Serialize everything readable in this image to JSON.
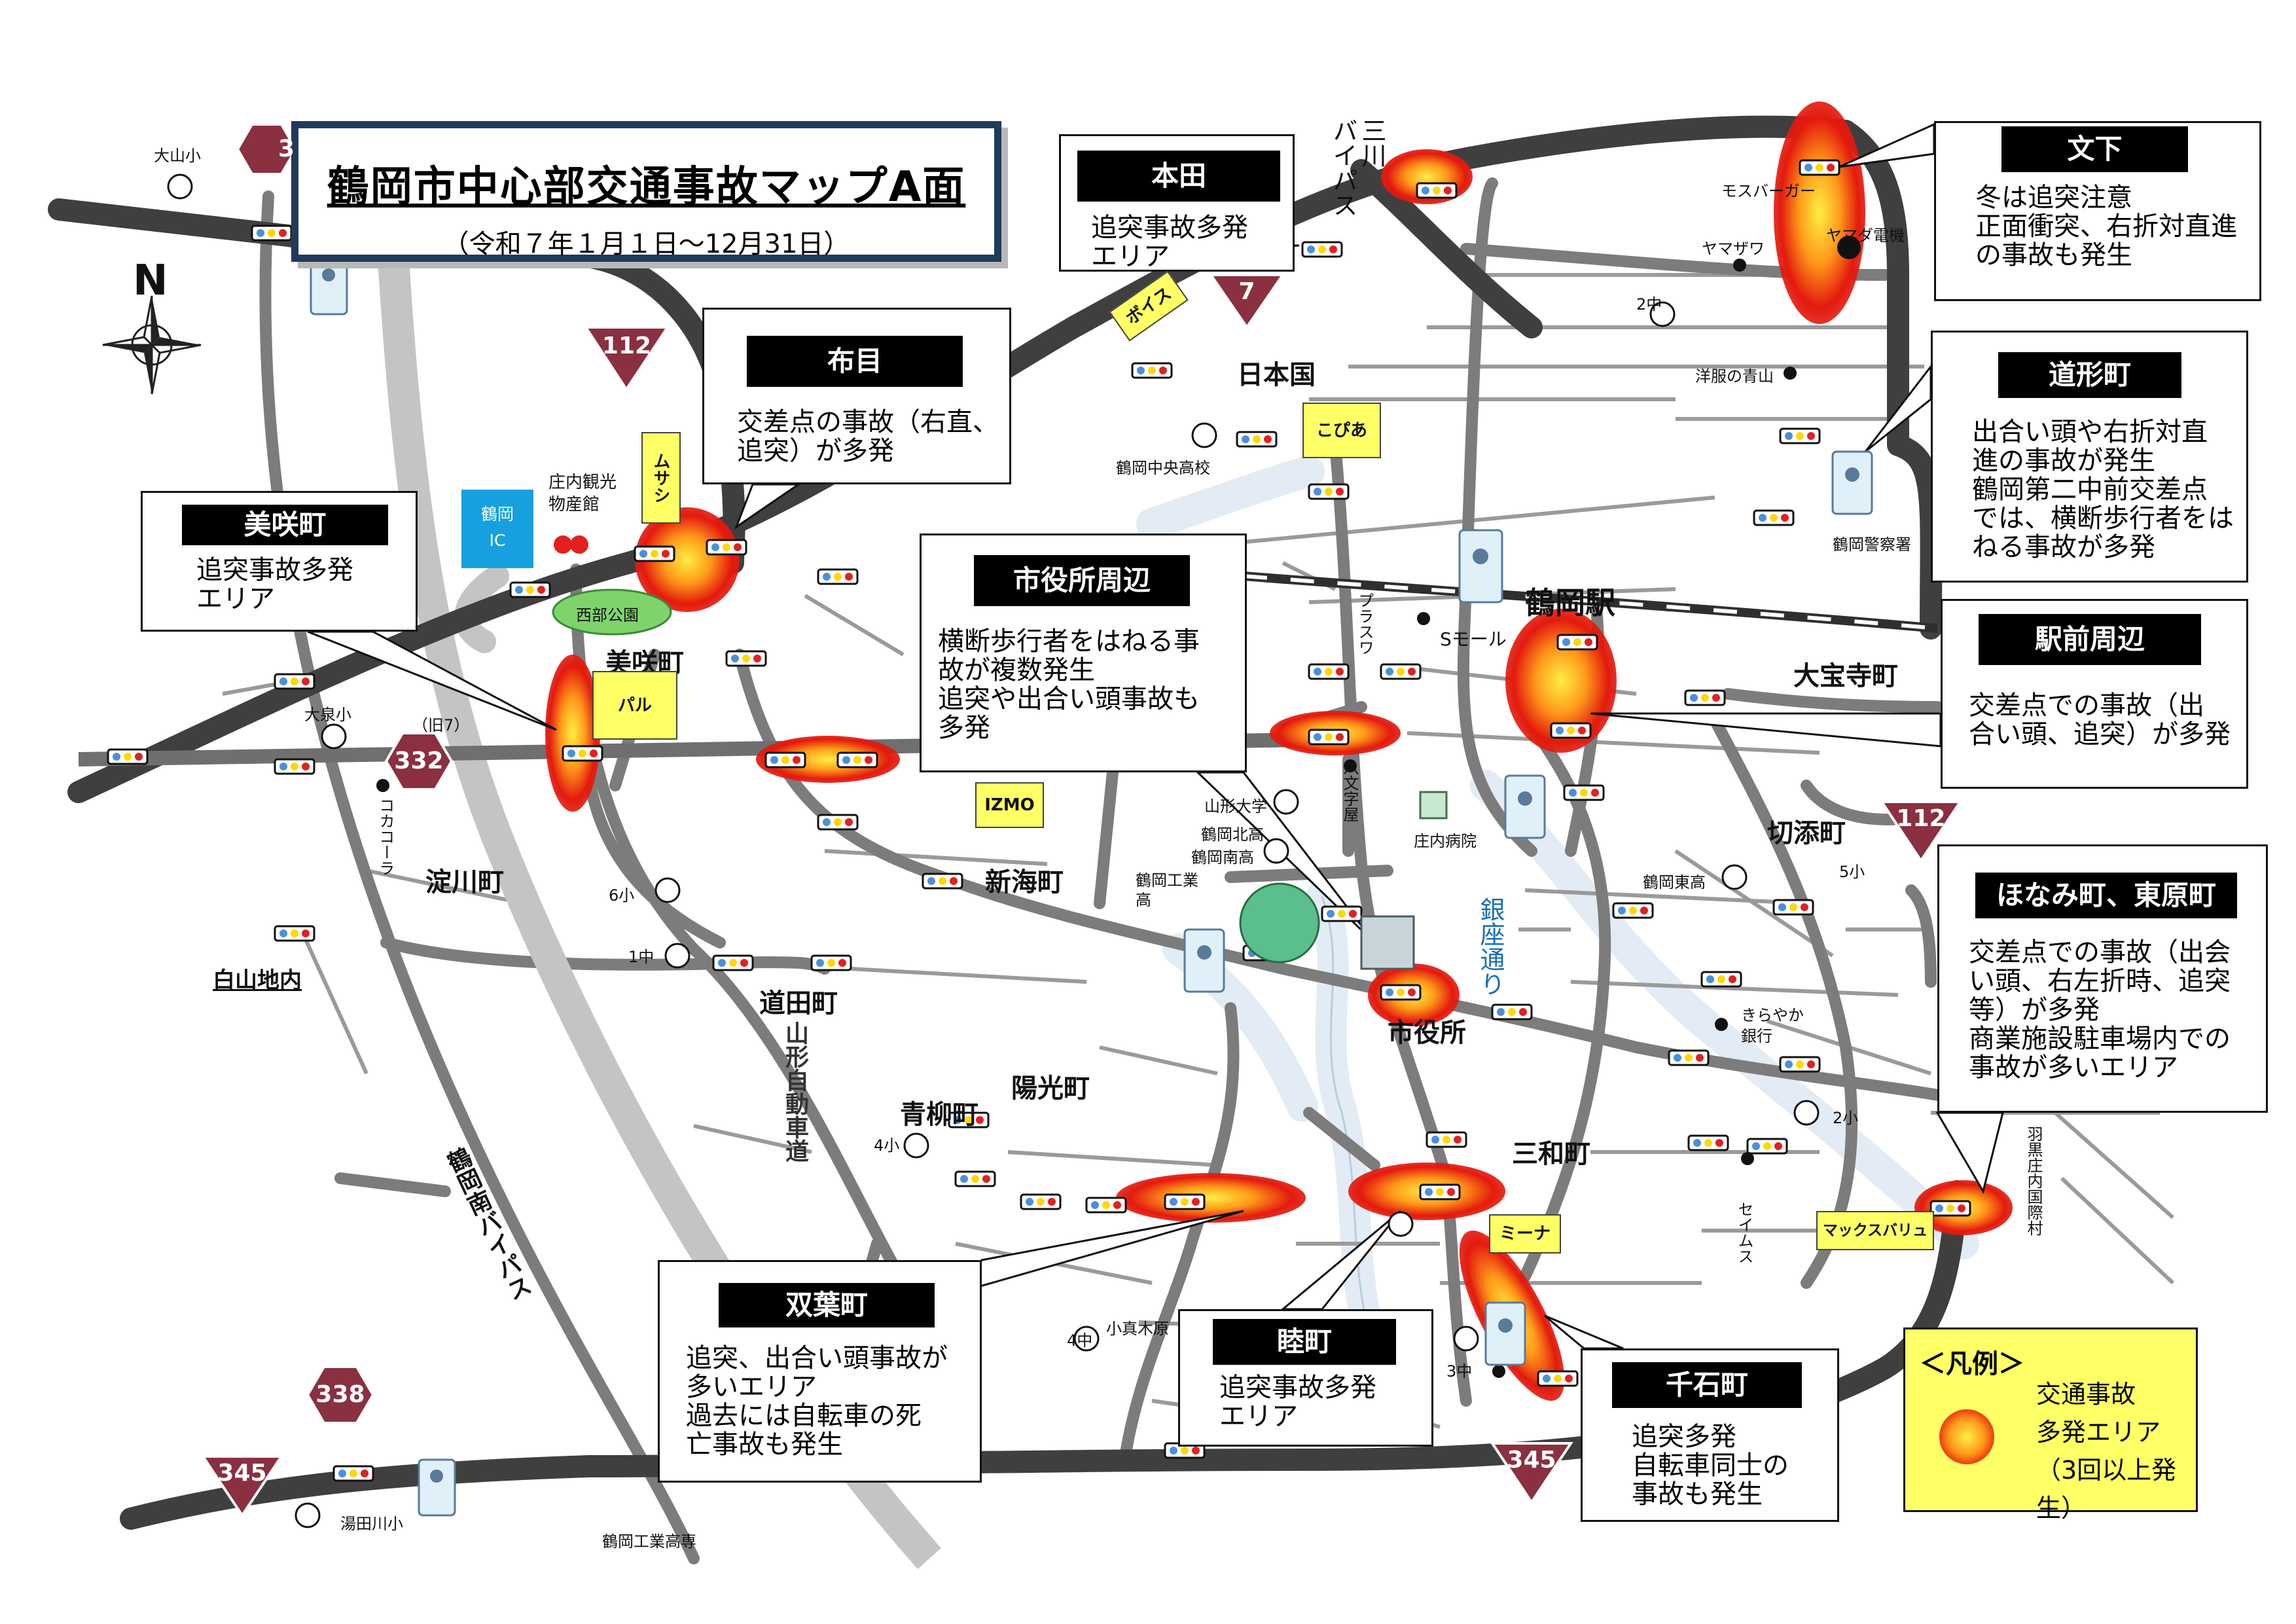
{
  "title": {
    "main": "鶴岡市中心部交通事故マップA面",
    "sub": "（令和７年１月１日～12月31日）"
  },
  "compass_label": "N",
  "callouts": {
    "honda": {
      "name": "本田",
      "text": "追突事故多発\nエリア"
    },
    "nunome": {
      "name": "布目",
      "text": "交差点の事故（右直、\n追突）が多発"
    },
    "misaki": {
      "name": "美咲町",
      "text": "追突事故多発\nエリア"
    },
    "shiyakusho": {
      "name": "市役所周辺",
      "text": "横断歩行者をはねる事\n故が複数発生\n追突や出合い頭事故も\n多発"
    },
    "bunka": {
      "name": "文下",
      "text": "冬は追突注意\n正面衝突、右折対直進\nの事故も発生"
    },
    "dogyo": {
      "name": "道形町",
      "text": "出合い頭や右折対直\n進の事故が発生\n鶴岡第二中前交差点\nでは、横断歩行者をは\nねる事故が多発"
    },
    "ekimae": {
      "name": "駅前周辺",
      "text": "交差点での事故（出\n合い頭、追突）が多発"
    },
    "honami": {
      "name": "ほなみ町、東原町",
      "text": "交差点での事故（出会\nい頭、右左折時、追突\n等）が多発\n商業施設駐車場内での\n事故が多いエリア"
    },
    "futaba": {
      "name": "双葉町",
      "text": "追突、出合い頭事故が\n多いエリア\n過去には自転車の死\n亡事故も発生"
    },
    "mutsumi": {
      "name": "睦町",
      "text": "追突事故多発\nエリア"
    },
    "sengoku": {
      "name": "千石町",
      "text": "追突多発\n自転車同士の\n事故も発生"
    }
  },
  "legend": {
    "title": "＜凡例＞",
    "text": "交通事故\n多発エリア\n（3回以上発生）"
  },
  "route_numbers": {
    "r112a": "112",
    "r112b": "112",
    "r7": "7",
    "r332": "332",
    "r332_old": "（旧7）",
    "r338": "338",
    "r345a": "345",
    "r345b": "345",
    "r3x": "3"
  },
  "districts": {
    "nihonkoku": "日本国",
    "tsuruokaeki": "鶴岡駅",
    "daihojimachi": "大宝寺町",
    "misakicho": "美咲町",
    "kirizoe": "切添町",
    "yodogawa": "淀川町",
    "shinkai": "新海町",
    "michida": "道田町",
    "shiyakusho": "市役所",
    "aoyagi": "青柳町",
    "yoko": "陽光町",
    "sanwa": "三和町",
    "hakusan": "白山地内"
  },
  "places": {
    "ooyama_sho": "大山小",
    "ozumi_sho": "大泉小",
    "cocacola": "コカコーラ",
    "rokusho": "6小",
    "ichichu": "1中",
    "yonsho": "4小",
    "yonchu": "4中",
    "sanchu": "3中",
    "goshou": "5小",
    "nisho": "2小",
    "nichu": "2中",
    "kosaoshi": "小真木原",
    "yudagawa": "湯田川小",
    "kosen": "鶴岡工業高専",
    "chuo_koko": "鶴岡中央高校",
    "kita_koko": "鶴岡北高",
    "minami_koko": "鶴岡南高",
    "kogyo_koko": "鶴岡工業\n高",
    "yamagata_univ": "山形大学",
    "higashi_koko": "鶴岡東高",
    "shonai_byoin": "庄内病院",
    "mos": "モスバーガー",
    "yamada": "ヤマダ電機",
    "yamazawa": "ヤマザワ",
    "aoyama": "洋服の青山",
    "keisatsu": "鶴岡警察署",
    "kirayaka": "きらやか\n銀行",
    "small": "Sモール",
    "kanko": "庄内観光\n物産館",
    "nishi_koen": "西部公園",
    "ic": "鶴岡\nIC"
  },
  "vertical_labels": {
    "mikawa": "三川\nバイパス",
    "yamagata_exp": "山形自動車道",
    "minami_bp": "鶴岡南バイパス",
    "ginza": "銀座通り",
    "plaza": "プラスワ",
    "hachimonjiya": "八文字屋",
    "seims": "セイムス",
    "haguro": "羽黒庄内国際村"
  },
  "shops": {
    "boys": "ボイス",
    "musashi": "ムサシ",
    "kopia": "こぴあ",
    "paru": "パル",
    "izmo": "IZMO",
    "mina": "ミーナ",
    "maxvalu": "マックスバリュ"
  },
  "hotspot_colors": {
    "inner": "#ffee44",
    "mid": "#ff9a1a",
    "outer": "#e31a0e"
  }
}
